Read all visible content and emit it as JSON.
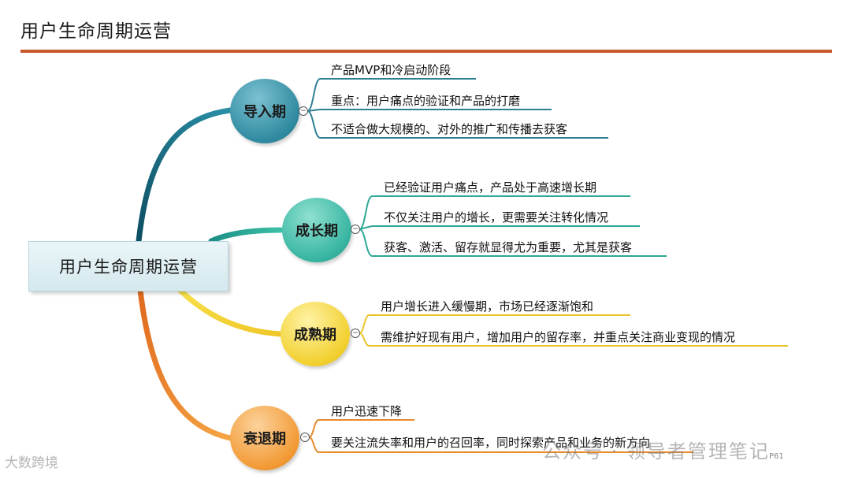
{
  "page_title": "用户生命周期运营",
  "root_label": "用户生命周期运营",
  "colors": {
    "title_rule": "#c8572a",
    "stage_1": "#2f8aa0",
    "stage_2": "#37b5a2",
    "stage_3": "#f2d02f",
    "stage_4": "#f29a35"
  },
  "stages": [
    {
      "label": "导入期",
      "leaves": [
        "产品MVP和冷启动阶段",
        "重点：用户痛点的验证和产品的打磨",
        "不适合做大规模的、对外的推广和传播去获客"
      ]
    },
    {
      "label": "成长期",
      "leaves": [
        "已经验证用户痛点，产品处于高速增长期",
        "不仅关注用户的增长，更需要关注转化情况",
        "获客、激活、留存就显得尤为重要，尤其是获客"
      ]
    },
    {
      "label": "成熟期",
      "leaves": [
        "用户增长进入缓慢期，市场已经逐渐饱和",
        "需维护好现有用户，增加用户的留存率，并重点关注商业变现的情况"
      ]
    },
    {
      "label": "衰退期",
      "leaves": [
        "用户迅速下降",
        "要关注流失率和用户的召回率，同时探索产品和业务的新方向"
      ]
    }
  ],
  "watermark": "公众号 · 领导者管理笔记",
  "logo_text": "大数跨境",
  "page_number": "P61"
}
